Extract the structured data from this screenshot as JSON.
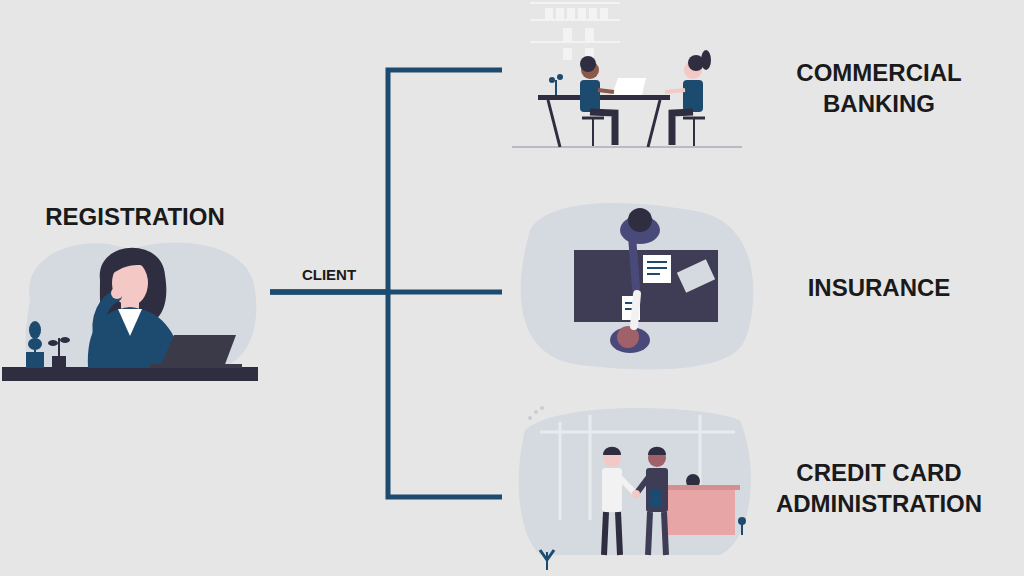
{
  "diagram": {
    "nodes": [
      {
        "text": [
          "REGISTRATION"
        ]
      },
      {
        "text": [
          "COMMERCIAL BANKING"
        ]
      },
      {
        "text": [
          "INSURANCE"
        ]
      },
      {
        "text": [
          "CREDIT CARD ADMINISTRATION"
        ]
      }
    ],
    "edges": [
      {
        "from": 0,
        "to": 1,
        "arrow": "none"
      },
      {
        "from": 0,
        "to": 2,
        "arrow": "none",
        "label": "CLIENT"
      },
      {
        "from": 0,
        "to": 3,
        "arrow": "none"
      }
    ]
  }
}
